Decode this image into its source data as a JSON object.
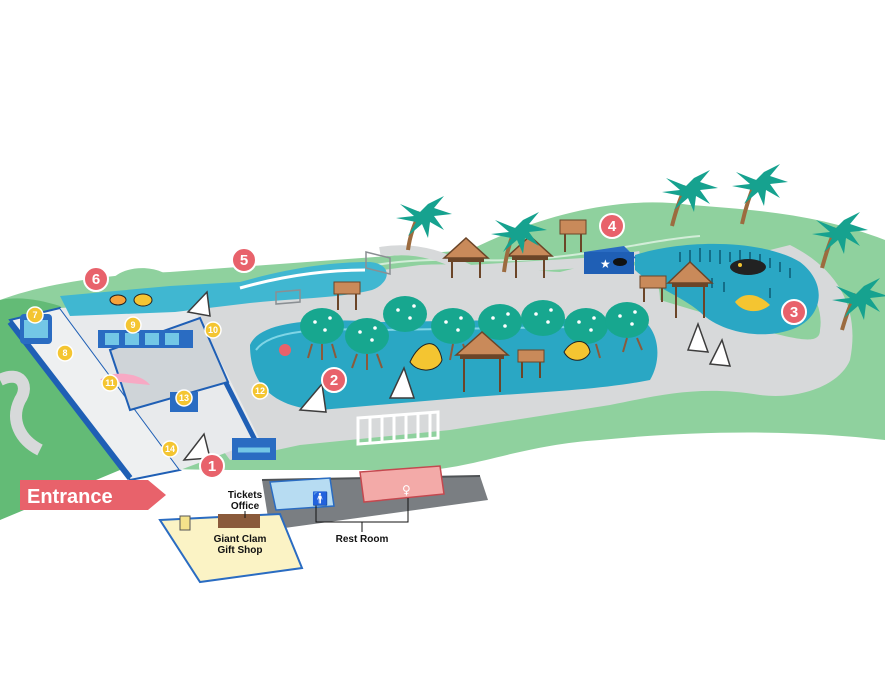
{
  "map": {
    "entrance_label": "Entrance",
    "tickets_office_line1": "Tickets",
    "tickets_office_line2": "Office",
    "gift_shop_line1": "Giant Clam",
    "gift_shop_line2": "Gift Shop",
    "rest_room_label": "Rest Room",
    "zones": [
      {
        "number": "1"
      },
      {
        "number": "2"
      },
      {
        "number": "3"
      },
      {
        "number": "4"
      },
      {
        "number": "5"
      },
      {
        "number": "6"
      }
    ],
    "tanks": [
      {
        "number": "7"
      },
      {
        "number": "8"
      },
      {
        "number": "9"
      },
      {
        "number": "10"
      },
      {
        "number": "11"
      },
      {
        "number": "12"
      },
      {
        "number": "13"
      },
      {
        "number": "14"
      }
    ],
    "colors": {
      "grass": "#8fd19e",
      "grass_dark": "#63bb76",
      "path": "#d7d9da",
      "water": "#40b7d1",
      "tank_blue": "#1f5fb5",
      "marker_red": "#e8626b",
      "marker_yellow": "#f4c531",
      "entrance": "#e8626b",
      "rest_room_male": "#b7dcf2",
      "rest_room_female": "#f3aaa8",
      "gift_shop": "#fbf3c5",
      "palm": "#16a28f",
      "hut_roof": "#c98a5a"
    }
  }
}
